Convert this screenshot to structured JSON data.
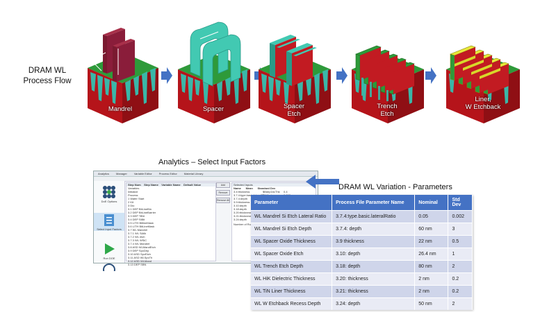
{
  "process_flow": {
    "title_line1": "DRAM WL",
    "title_line2": "Process Flow",
    "steps": [
      {
        "label_line1": "Mandrel",
        "label_line2": ""
      },
      {
        "label_line1": "Spacer",
        "label_line2": ""
      },
      {
        "label_line1": "Spacer",
        "label_line2": "Etch"
      },
      {
        "label_line1": "Trench",
        "label_line2": "Etch"
      },
      {
        "label_line1": "Liner,",
        "label_line2": "W Etchback"
      }
    ],
    "colors": {
      "substrate": "#c0161b",
      "active": "#3ab7a8",
      "cap": "#1f8a2a",
      "mandrel": "#8a1d3a",
      "spacer": "#42c9b2",
      "metal": "#d8d82a",
      "arrow": "#4472c4"
    }
  },
  "analytics": {
    "title": "Analytics – Select Input Factors",
    "window": {
      "tabs": [
        "Analytics",
        "Manager",
        "Variable Editor",
        "Process Editor",
        "Material Library"
      ],
      "nav_items": [
        "DoE Options",
        "Select Input Factors",
        "Run DOE"
      ],
      "grid_headers": [
        "Step Num",
        "Step Name",
        "Variable Name",
        "Default Value"
      ],
      "grid_rows": [
        "Variables",
        "Initialize",
        "Process",
        "1   Wafer Start",
        "2   Kit",
        "3   Dio",
        "3.1  DEP BitLineBin",
        "3.2  DEP BitLineBarrier",
        "3.3  DEP TiBit",
        "3.4  DEP SiBit",
        "3.5  LITH BitlineMask",
        "3.6  LITH BitLineMask",
        "3.7  WL Mandrel",
        "3.7.1  WL SiAlk",
        "3.7.2  WL etch",
        "3.7.3  WL WSiC",
        "3.7.4  WL Mandrel",
        "3.8  ASD WLMandEtch",
        "3.9  DEP SpcDep",
        "3.10  ASD SpcEtch",
        "3.11  ASD WLSpcTh",
        "3.12  ASD WLMand",
        "3.13  DEP SBN"
      ],
      "buttons": [
        "Add",
        "Remove",
        "Remove All"
      ],
      "selected_header": "Selected Inputs",
      "selected_columns": [
        "Name",
        "Mean",
        "Standard Dev"
      ],
      "selected_rows": [
        [
          "3.4:thickness",
          "$Bdep1bcThk",
          "0.4"
        ],
        [
          "3.7.4:type.basic.lateralRatio",
          "$lat1_rino",
          "0.002"
        ],
        [
          "3.7.4:depth",
          "",
          ""
        ],
        [
          "3.9:thickness",
          "",
          ""
        ],
        [
          "3.10:depth",
          "",
          ""
        ],
        [
          "3.18:depth",
          "",
          ""
        ],
        [
          "3.20:thickness",
          "",
          ""
        ],
        [
          "3.21:thickness",
          "",
          ""
        ],
        [
          "3.24:depth",
          "",
          ""
        ]
      ],
      "footer": "Number of Runs: 0s"
    }
  },
  "variation": {
    "title": "DRAM WL Variation -  Parameters",
    "columns": [
      "Parameter",
      "Process File Parameter Name",
      "Nominal",
      "Std Dev"
    ],
    "rows": [
      [
        "WL Mandrel Si Etch Lateral Ratio",
        "3.7.4:type.basic.lateralRatio",
        "0.05",
        "0.002"
      ],
      [
        "WL Mandrel Si Etch Depth",
        "3.7.4: depth",
        "60 nm",
        "3"
      ],
      [
        "WL Spacer Oxide Thickness",
        "3.9 thickness",
        "22 nm",
        "0.5"
      ],
      [
        "WL Spacer Oxide Etch",
        "3.10: depth",
        "26.4 nm",
        "1"
      ],
      [
        "WL Trench Etch Depth",
        "3.18: depth",
        "80 nm",
        "2"
      ],
      [
        "WL HiK Dielectric Thickness",
        "3.20: thickness",
        "2 nm",
        "0.2"
      ],
      [
        "WL TiN Liner Thickness",
        "3.21: thickness",
        "2 nm",
        "0.2"
      ],
      [
        "WL W  Etchback Recess Depth",
        "3.24: depth",
        "50 nm",
        "2"
      ]
    ]
  }
}
